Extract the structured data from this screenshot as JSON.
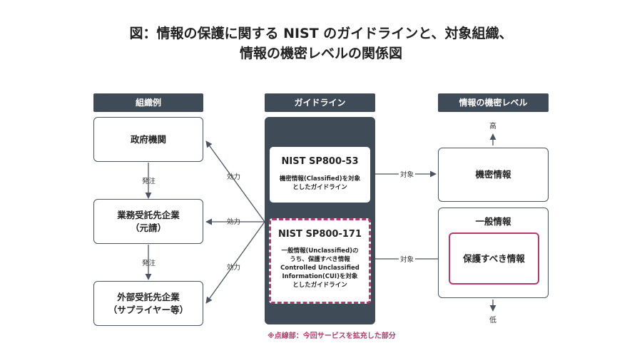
{
  "title": {
    "line1": "図：情報の保護に関する NIST のガイドラインと、対象組織、",
    "line2": "情報の機密レベルの関係図"
  },
  "headers": {
    "org": "組織例",
    "guideline": "ガイドライン",
    "level": "情報の機密レベル"
  },
  "orgs": {
    "gov": "政府機関",
    "contractor": "業務受託先企業\n（元請）",
    "subcontractor": "外部受託先企業\n（サプライヤー等）"
  },
  "flow_labels": {
    "order1": "発注",
    "order2": "発注",
    "effect1": "効力",
    "effect2": "効力",
    "effect3": "効力",
    "target1": "対象",
    "target2": "対象"
  },
  "guidelines": {
    "sp800_53": {
      "title": "NIST SP800-53",
      "desc": "機密情報(Classified)を対象\nとしたガイドライン"
    },
    "sp800_171": {
      "title": "NIST SP800-171",
      "desc": "一般情報(Unclassified)の\nうち、保護すべき情報\nControlled Unclassified\nInformation(CUI)を対象\nとしたガイドライン"
    }
  },
  "levels": {
    "high": "高",
    "low": "低",
    "classified": "機密情報",
    "general": "一般情報",
    "cui": "保護すべき情報"
  },
  "note": "※点線部：今回サービスを拡充した部分",
  "colors": {
    "header_bg": "#3f4b57",
    "highlight": "#b8386b",
    "border": "#4a5561"
  }
}
